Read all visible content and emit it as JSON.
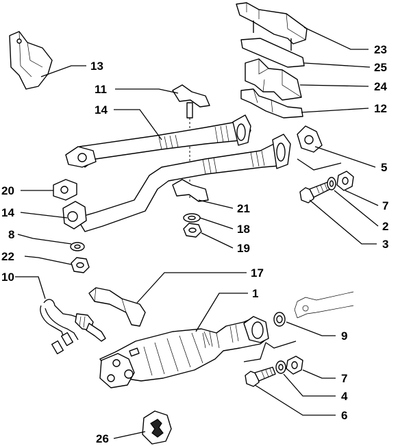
{
  "diagram": {
    "callouts": {
      "c1": "1",
      "c3": "3",
      "c2": "2",
      "c4": "4",
      "c5": "5",
      "c6": "6",
      "c7a": "7",
      "c7b": "7",
      "c8": "8",
      "c9": "9",
      "c10": "10",
      "c11": "11",
      "c12": "12",
      "c13": "13",
      "c14a": "14",
      "c14b": "14",
      "c17": "17",
      "c18": "18",
      "c19": "19",
      "c20": "20",
      "c21": "21",
      "c22": "22",
      "c23": "23",
      "c24": "24",
      "c25": "25",
      "c26": "26"
    }
  }
}
